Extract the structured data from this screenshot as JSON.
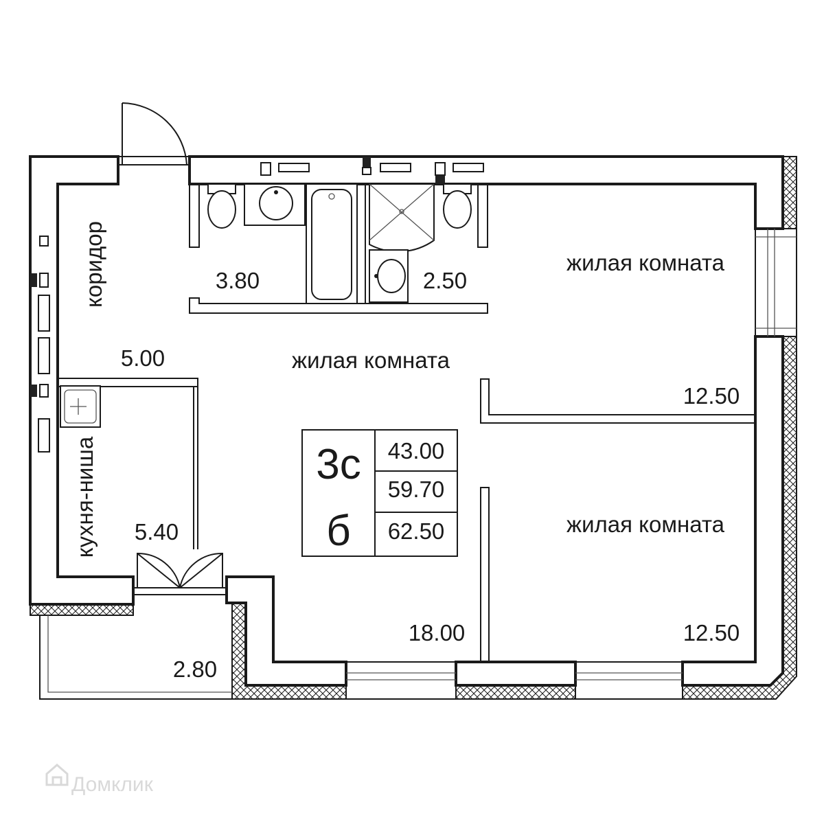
{
  "rooms": {
    "corridor": {
      "label": "коридор",
      "area": "5.00"
    },
    "kitchen": {
      "label": "кухня-ниша",
      "area": "5.40"
    },
    "balcony": {
      "area": "2.80"
    },
    "bathroom": {
      "area": "3.80"
    },
    "wc": {
      "area": "2.50"
    },
    "living_main": {
      "label": "жилая комната",
      "area": "18.00"
    },
    "bedroom_top": {
      "label": "жилая комната",
      "area": "12.50"
    },
    "bedroom_bottom": {
      "label": "жилая комната",
      "area": "12.50"
    }
  },
  "summary": {
    "type": "3с",
    "section": "б",
    "living_area": "43.00",
    "total_area": "59.70",
    "total_with_balcony": "62.50"
  },
  "watermark": {
    "text": "Домклик",
    "icon": "house-icon"
  }
}
